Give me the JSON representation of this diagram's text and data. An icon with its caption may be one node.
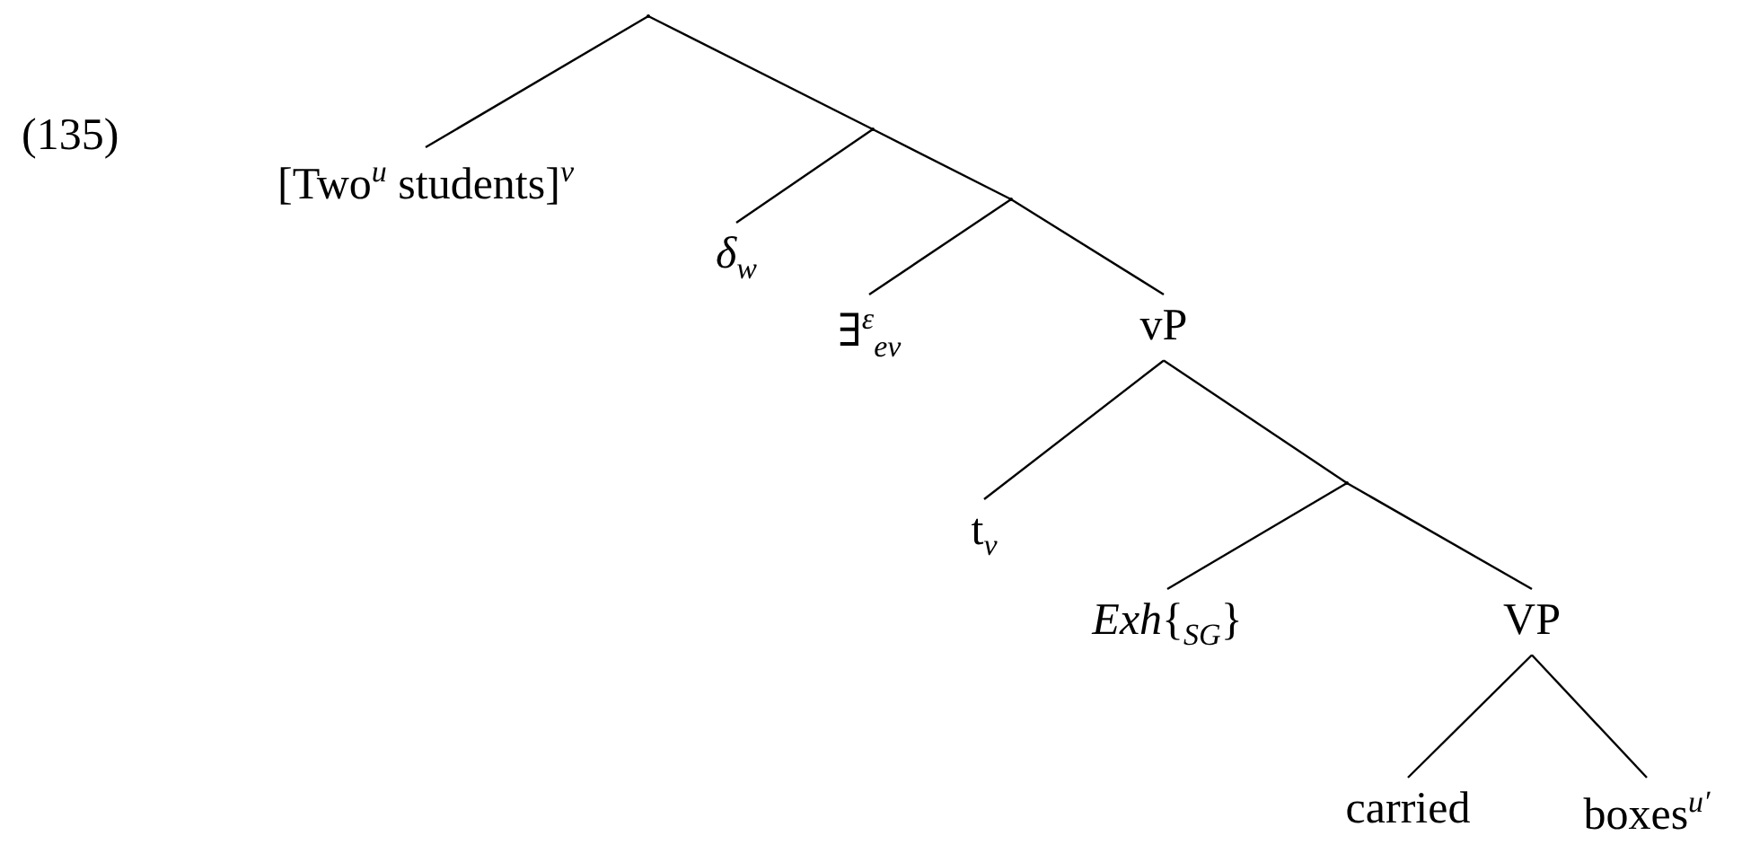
{
  "diagram": {
    "nodes": [
      {
        "text": [],
        "shape": "point"
      },
      {
        "text": [
          "[Two$^{u}$ students]$^{v}$"
        ]
      },
      {
        "text": [],
        "shape": "point"
      },
      {
        "text": [
          "*δ*$_{w}$"
        ]
      },
      {
        "text": [],
        "shape": "point"
      },
      {
        "text": [
          "∃$^{ε}$$_{ev}$"
        ]
      },
      {
        "text": [
          "vP"
        ]
      },
      {
        "text": [
          "t$_{v}$"
        ]
      },
      {
        "text": [],
        "shape": "point"
      },
      {
        "text": [
          "*Exh*{$_{SG}$}"
        ]
      },
      {
        "text": [
          "VP"
        ]
      },
      {
        "text": [
          "carried"
        ]
      },
      {
        "text": [
          "boxes$^{u′}$"
        ]
      }
    ],
    "edges": [
      {
        "from": 0,
        "to": 1,
        "arrow": "none"
      },
      {
        "from": 0,
        "to": 2,
        "arrow": "none"
      },
      {
        "from": 2,
        "to": 3,
        "arrow": "none"
      },
      {
        "from": 2,
        "to": 4,
        "arrow": "none"
      },
      {
        "from": 4,
        "to": 5,
        "arrow": "none"
      },
      {
        "from": 4,
        "to": 6,
        "arrow": "none"
      },
      {
        "from": 6,
        "to": 7,
        "arrow": "none"
      },
      {
        "from": 6,
        "to": 8,
        "arrow": "none"
      },
      {
        "from": 8,
        "to": 9,
        "arrow": "none"
      },
      {
        "from": 8,
        "to": 10,
        "arrow": "none"
      },
      {
        "from": 10,
        "to": 11,
        "arrow": "none"
      },
      {
        "from": 10,
        "to": 12,
        "arrow": "none"
      }
    ],
    "labels": [
      "(135)"
    ]
  }
}
